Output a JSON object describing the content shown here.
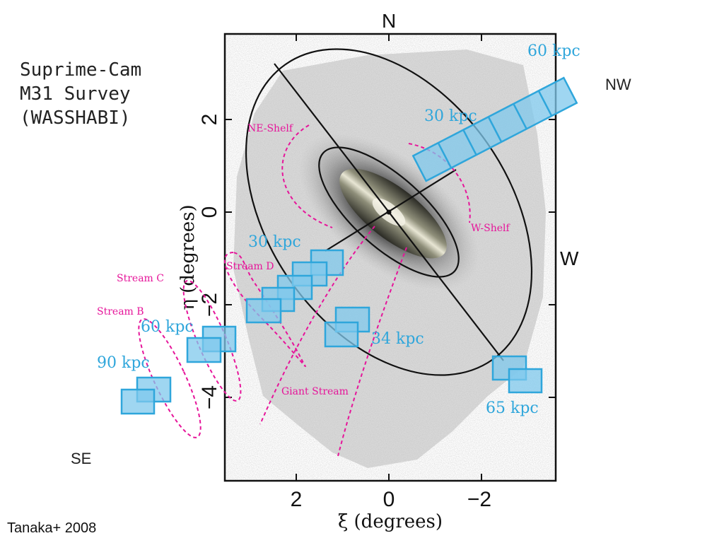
{
  "slide": {
    "title_lines": [
      "Suprime-Cam",
      "M31 Survey",
      "(WASSHABI)"
    ],
    "citation": "Tanaka+  2008",
    "compass": {
      "n": "N",
      "w": "W",
      "nw": "NW",
      "se": "SE"
    }
  },
  "figure": {
    "axes": {
      "x_label": "ξ (degrees)",
      "y_label": "η (degrees)",
      "x_ticks": [
        "2",
        "0",
        "−2"
      ],
      "y_ticks": [
        "2",
        "0",
        "−2",
        "−4"
      ]
    },
    "distance_labels": {
      "nw_outer": "60 kpc",
      "nw_inner": "30 kpc",
      "se_inner": "30 kpc",
      "south": "34 kpc",
      "se_mid": "60 kpc",
      "se_outer": "90 kpc",
      "sw": "65 kpc"
    },
    "feature_labels": {
      "ne_shelf": "NE-Shelf",
      "w_shelf": "W-Shelf",
      "stream_c": "Stream C",
      "stream_d": "Stream D",
      "stream_b": "Stream B",
      "giant_stream": "Giant Stream"
    },
    "colors": {
      "field": "#2fa6db",
      "field_fill": "#7fc8ec",
      "stream": "#e6159a"
    }
  }
}
